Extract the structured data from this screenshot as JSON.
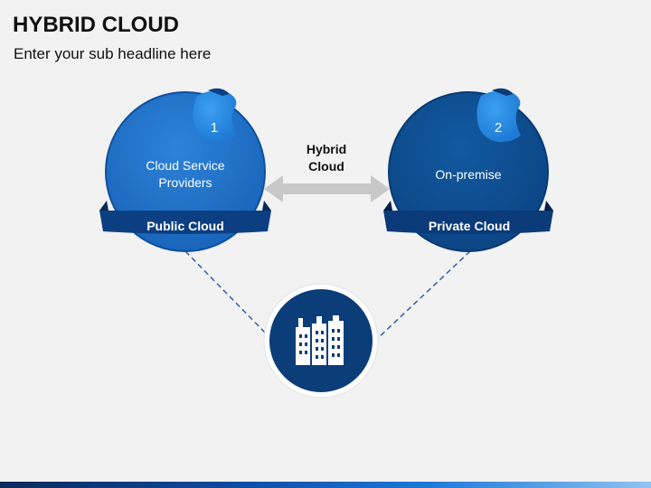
{
  "title": "HYBRID CLOUD",
  "subtitle": "Enter your sub headline here",
  "left_node": {
    "number": "1",
    "text_line1": "Cloud Service",
    "text_line2": "Providers",
    "ribbon": "Public Cloud",
    "color": "#1f6fc8"
  },
  "right_node": {
    "number": "2",
    "text": "On-premise",
    "ribbon": "Private Cloud",
    "color": "#0d4f94"
  },
  "connector": {
    "line1": "Hybrid",
    "line2": "Cloud"
  },
  "center_icon": "buildings-icon",
  "colors": {
    "ribbon": "#0c3f82",
    "badge": "#2d8fe6",
    "center_circle": "#0b3d78",
    "arrow": "#c8c8c8",
    "dash": "#2a62a8"
  }
}
